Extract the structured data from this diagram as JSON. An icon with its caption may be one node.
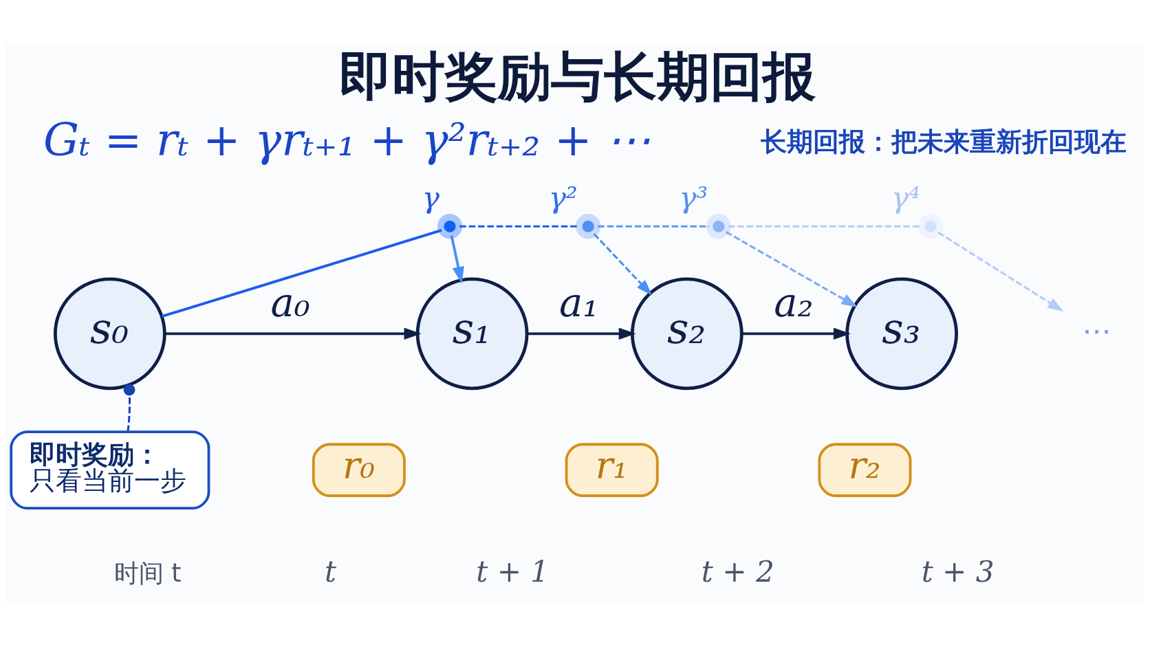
{
  "diagram": {
    "title": "即时奖励与长期回报",
    "nodes": [
      {
        "text": [],
        "shape": "circle",
        "beside": [
          "γ"
        ]
      },
      {
        "text": [],
        "shape": "circle",
        "beside": [
          "γ²"
        ]
      },
      {
        "text": [],
        "shape": "circle",
        "beside": [
          "γ³"
        ]
      },
      {
        "text": [],
        "shape": "circle",
        "beside": [
          "γ⁴"
        ]
      },
      {
        "text": [
          "s₀"
        ]
      },
      {
        "text": [
          "s₁"
        ]
      },
      {
        "text": [
          "s₂"
        ]
      },
      {
        "text": [
          "s₃"
        ]
      },
      {
        "text": [
          "⋯"
        ]
      },
      {
        "text": [
          "r₀"
        ]
      },
      {
        "text": [
          "r₁"
        ]
      },
      {
        "text": [
          "r₂"
        ]
      },
      {
        "text": [
          "即时奖励：",
          "只看当前一步"
        ]
      }
    ],
    "edges": [
      {
        "from": 4,
        "to": 5,
        "arrow": "to",
        "label": "a₀"
      },
      {
        "from": 5,
        "to": 6,
        "arrow": "to",
        "label": "a₁"
      },
      {
        "from": 6,
        "to": 7,
        "arrow": "to",
        "label": "a₂"
      },
      {
        "from": 4,
        "to": 0,
        "arrow": "none",
        "color": "#1a5cf0"
      },
      {
        "from": 0,
        "to": 5,
        "arrow": "to",
        "color": "#4a8ff5"
      },
      {
        "from": 0,
        "to": 1,
        "arrow": "none",
        "style": "dashed",
        "color": "#1a5cf0"
      },
      {
        "from": 1,
        "to": 6,
        "arrow": "to",
        "style": "dashed",
        "color": "#4a8ff5"
      },
      {
        "from": 1,
        "to": 2,
        "arrow": "none",
        "style": "dashed",
        "color": "#5f97f2"
      },
      {
        "from": 2,
        "to": 7,
        "arrow": "to",
        "style": "dashed",
        "color": "#7eaaf3"
      },
      {
        "from": 2,
        "to": 3,
        "arrow": "none",
        "style": "dashed",
        "color": "#b3cdf7"
      },
      {
        "from": 3,
        "to": 8,
        "arrow": "to",
        "style": "dashed",
        "color": "#b3cdf7"
      },
      {
        "from": 12,
        "to": 4,
        "arrow": "other",
        "style": "dashed",
        "color": "#1a44b0"
      }
    ],
    "labels": [
      "Gₜ = rₜ + γrₜ₊₁ + γ²rₜ₊₂ + ⋯",
      "长期回报：把未来重新折回现在",
      "时间 t",
      "t",
      "t + 1",
      "t + 2",
      "t + 3"
    ]
  }
}
